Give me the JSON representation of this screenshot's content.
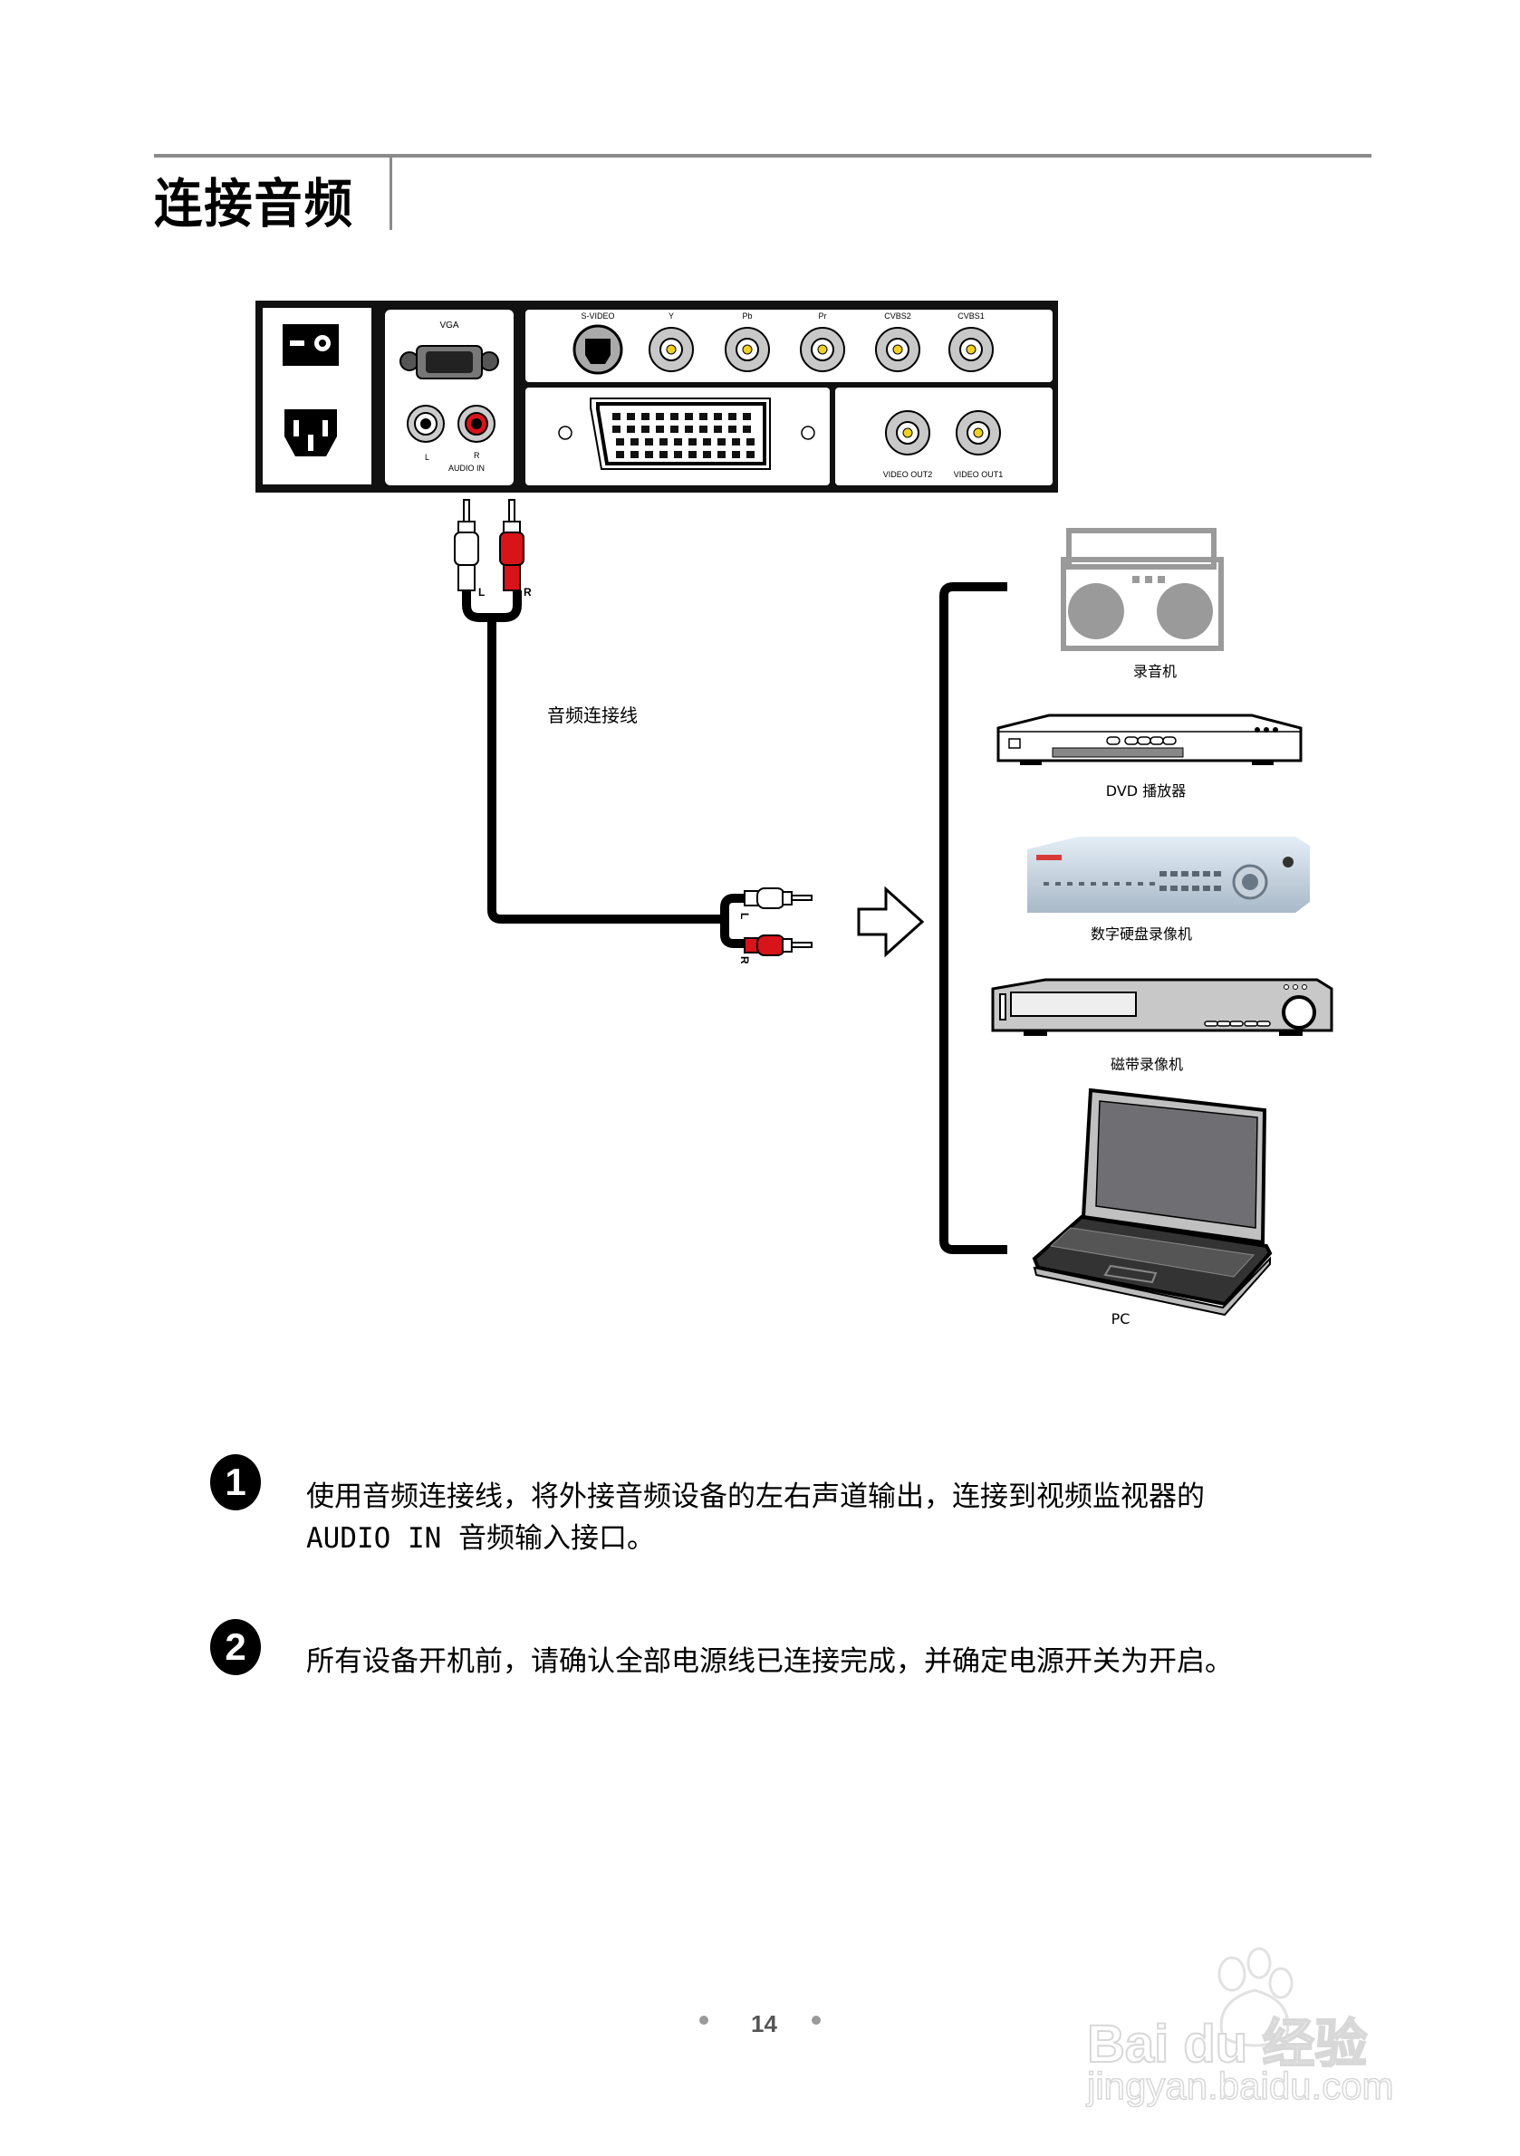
{
  "page": {
    "title": "连接音频",
    "page_number": "14"
  },
  "panel": {
    "vga_label": "VGA",
    "audio_in_label": "AUDIO IN",
    "audio_l": "L",
    "audio_r": "R",
    "video_inputs": [
      "S-VIDEO",
      "Y",
      "Pb",
      "Pr",
      "CVBS2",
      "CVBS1"
    ],
    "video_outputs": [
      "VIDEO OUT2",
      "VIDEO OUT1"
    ]
  },
  "cable": {
    "label": "音频连接线",
    "plug_l": "L",
    "plug_r": "R"
  },
  "devices": [
    {
      "id": "cassette-player",
      "label": "录音机"
    },
    {
      "id": "dvd-player",
      "label": "DVD 播放器"
    },
    {
      "id": "dvr",
      "label": "数字硬盘录像机"
    },
    {
      "id": "vcr",
      "label": "磁带录像机"
    },
    {
      "id": "pc",
      "label": "PC"
    }
  ],
  "steps": [
    {
      "badge": "1",
      "lines": [
        "使用音频连接线，将外接音频设备的左右声道输出，连接到视频监视器的",
        "AUDIO IN 音频输入接口。"
      ]
    },
    {
      "badge": "2",
      "lines": [
        "所有设备开机前，请确认全部电源线已连接完成，并确定电源开关为开启。"
      ]
    }
  ],
  "watermark": {
    "brand": "Bai du 经验",
    "url": "jingyan.baidu.com"
  },
  "colors": {
    "rule": "#8a8a8a",
    "red_plug": "#d7141a",
    "bnc_center": "#f0d020",
    "device_gray": "#9a9a9a"
  }
}
